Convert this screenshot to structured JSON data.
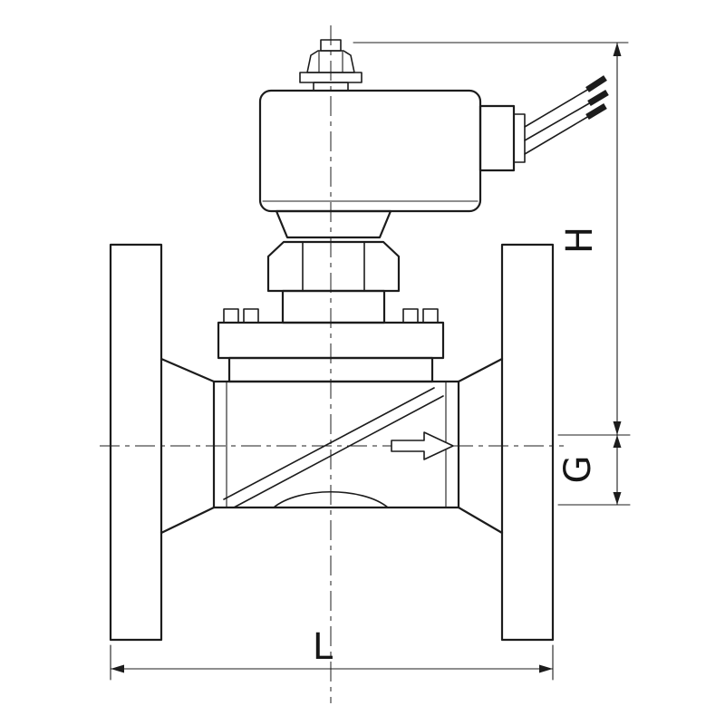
{
  "diagram": {
    "line_color": "#1c1c1c",
    "background_color": "#ffffff",
    "dimensions": {
      "height_label": "H",
      "port_height_label": "G",
      "length_label": "L"
    }
  }
}
